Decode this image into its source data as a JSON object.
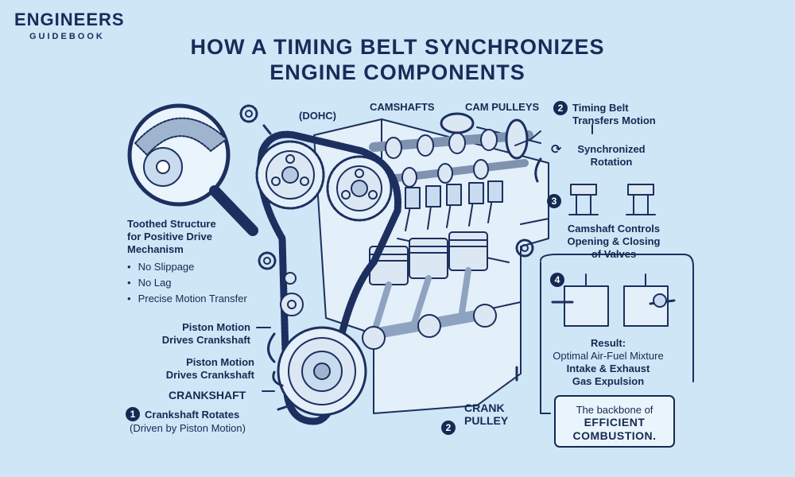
{
  "brand": {
    "name": "ENGINEERS",
    "tagline": "GUIDEBOOK"
  },
  "title": {
    "line1": "HOW A TIMING BELT SYNCHRONIZES",
    "line2": "ENGINE COMPONENTS"
  },
  "labels": {
    "dohc": "(DOHC)",
    "camshafts": "CAMSHAFTS",
    "cam_pulleys": "CAM PULLEYS",
    "timing_belt_line1": "Timing Belt",
    "timing_belt_line2": "Transfers Motion",
    "sync_line1": "Synchronized",
    "sync_line2": "Rotation",
    "camshaft_controls_line1": "Camshaft Controls",
    "camshaft_controls_line2": "Opening & Closing",
    "camshaft_controls_line3": "of Valves",
    "toothed_line1": "Toothed Structure",
    "toothed_line2": "for Positive Drive",
    "toothed_line3": "Mechanism",
    "piston_a_line1": "Piston Motion",
    "piston_a_line2": "Drives Crankshaft",
    "piston_b_line1": "Piston Motion",
    "piston_b_line2": "Drives Crankshaft",
    "crankshaft": "CRANKSHAFT",
    "crank_rotates_line1": "Crankshaft Rotates",
    "crank_rotates_line2": "(Driven by Piston Motion)",
    "crank_pulley_line1": "CRANK",
    "crank_pulley_line2": "PULLEY",
    "result_line1": "Result:",
    "result_line2": "Optimal Air-Fuel Mixture",
    "result_line3": "Intake & Exhaust",
    "result_line4": "Gas Expulsion",
    "backbone_line1": "The backbone of",
    "backbone_line2": "EFFICIENT",
    "backbone_line3": "COMBUSTION."
  },
  "features": [
    "No Slippage",
    "No Lag",
    "Precise Motion Transfer"
  ],
  "badges": {
    "b1": "1",
    "b2a": "2",
    "b2b": "2",
    "b3": "3",
    "b4": "4"
  },
  "colors": {
    "background": "#cfe6f7",
    "ink": "#152a52",
    "belt": "#1c2f5e"
  }
}
